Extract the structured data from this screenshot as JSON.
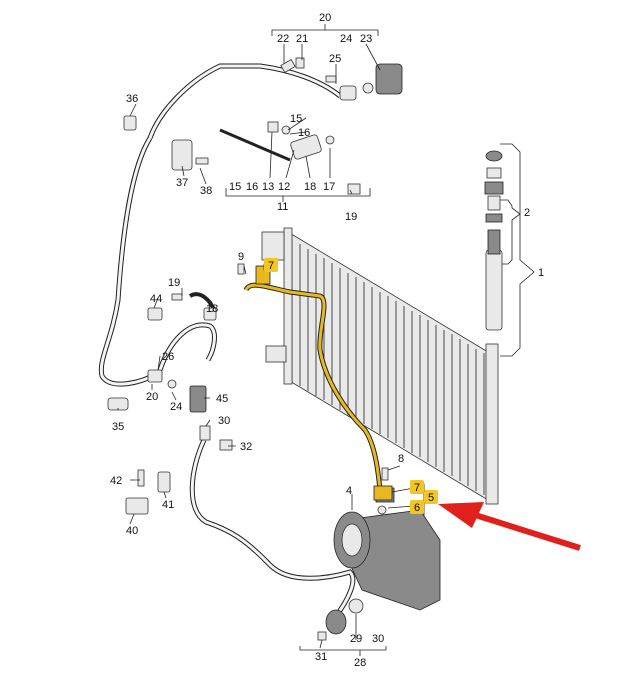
{
  "diagram": {
    "callouts": {
      "c1": "1",
      "c2": "2",
      "c4": "4",
      "c5": "5",
      "c6": "6",
      "c7a": "7",
      "c7b": "7",
      "c8": "8",
      "c9": "9",
      "c11": "11",
      "c12": "12",
      "c13": "13",
      "c15a": "15",
      "c15b": "15",
      "c16a": "16",
      "c16b": "16",
      "c17": "17",
      "c18": "18",
      "c19a": "19",
      "c19b": "19",
      "c20a": "20",
      "c20b": "20",
      "c21": "21",
      "c22": "22",
      "c23": "23",
      "c24a": "24",
      "c24b": "24",
      "c25": "25",
      "c26": "26",
      "c28": "28",
      "c29": "29",
      "c30a": "30",
      "c30b": "30",
      "c31": "31",
      "c32": "32",
      "c35": "35",
      "c36": "36",
      "c37": "37",
      "c38": "38",
      "c40": "40",
      "c41": "41",
      "c42": "42",
      "c44": "44",
      "c45": "45"
    },
    "colors": {
      "highlight": "#f3c623",
      "arrow": "#e0201b",
      "hose_highlight": "#e8b820"
    }
  }
}
